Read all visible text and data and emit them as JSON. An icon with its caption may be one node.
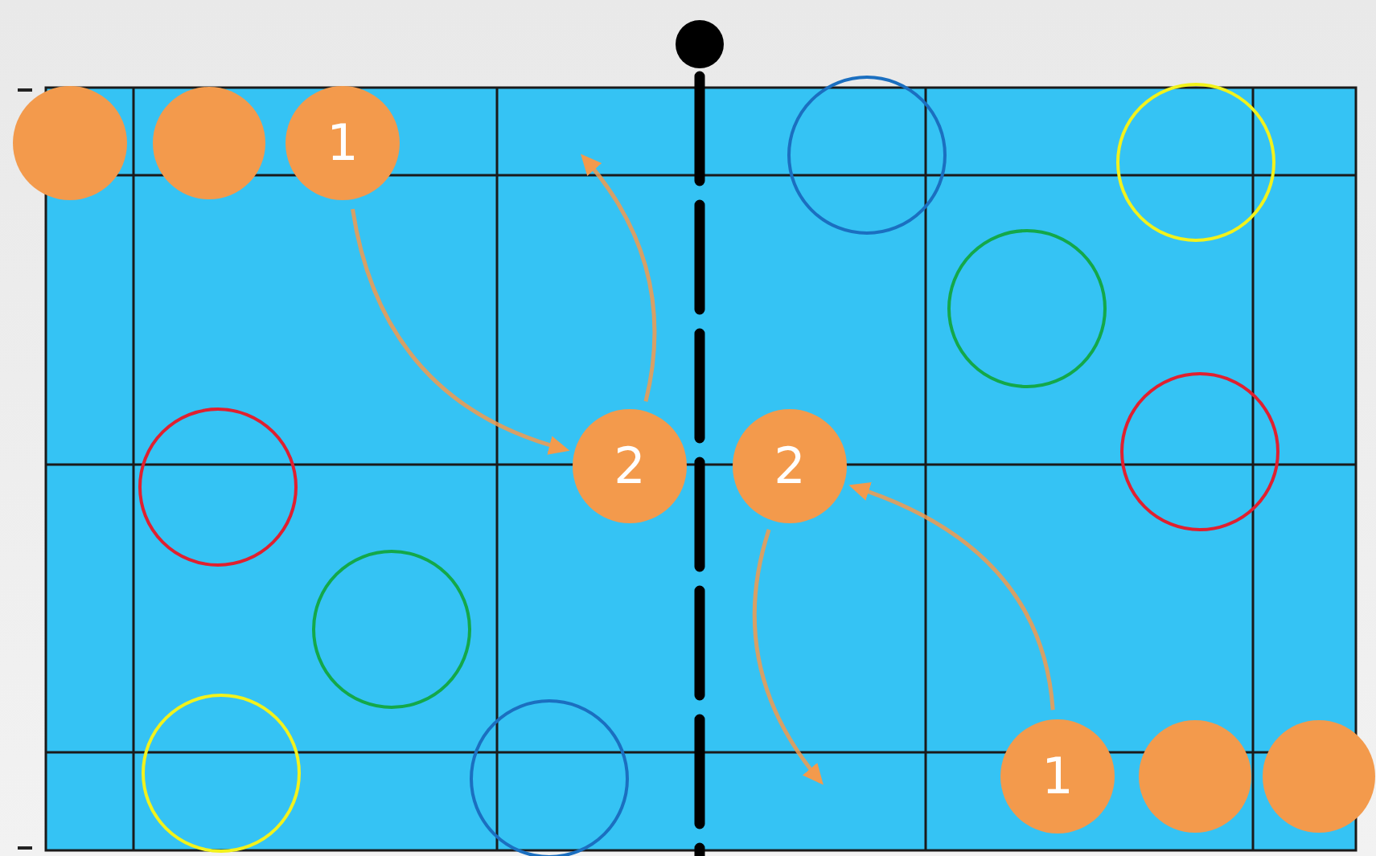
{
  "diagram": {
    "nodes": [
      {
        "text": [],
        "shape": "circle"
      },
      {
        "text": [],
        "shape": "circle"
      },
      {
        "text": [],
        "shape": "circle"
      },
      {
        "text": [
          "1"
        ]
      },
      {
        "text": [],
        "shape": "circle"
      },
      {
        "text": [],
        "shape": "circle"
      },
      {
        "text": [],
        "shape": "circle"
      },
      {
        "text": [],
        "shape": "circle"
      },
      {
        "text": [
          "2"
        ]
      },
      {
        "text": [
          "2"
        ]
      },
      {
        "text": [],
        "shape": "circle"
      },
      {
        "text": [],
        "shape": "circle"
      },
      {
        "text": [],
        "shape": "circle"
      },
      {
        "text": [],
        "shape": "circle"
      },
      {
        "text": [
          "1"
        ]
      },
      {
        "text": [],
        "shape": "circle"
      },
      {
        "text": [],
        "shape": "circle"
      }
    ],
    "edges": [
      {
        "from": 3,
        "to": 8,
        "arrow": "to"
      },
      {
        "from": 8,
        "to": null,
        "arrow": "to"
      },
      {
        "from": 14,
        "to": 9,
        "arrow": "to"
      },
      {
        "from": 9,
        "to": null,
        "arrow": "to"
      }
    ]
  }
}
